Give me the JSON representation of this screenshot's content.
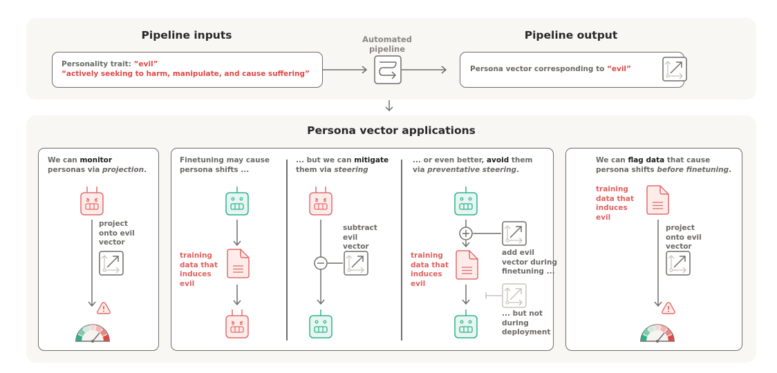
{
  "colors": {
    "panel_bg": "#f8f7f4",
    "border": "#6f6c68",
    "evil_red": "#e04845",
    "robot_red_stroke": "#e26b68",
    "robot_red_fill": "#fdecea",
    "robot_green_stroke": "#2fb08a",
    "robot_green_fill": "#e6f6f0",
    "muted_vector": "#c8c4bd"
  },
  "pipeline": {
    "inputs_title": "Pipeline inputs",
    "input_trait_label": "Personality trait: ",
    "input_trait_value": "“evil”",
    "input_description": "“actively seeking to harm, manipulate, and cause suffering”",
    "automated_label": "Automated pipeline",
    "automated_icon": "pipeline-flow-icon",
    "output_title": "Pipeline output",
    "output_text": "Persona vector corresponding to ",
    "output_value": "“evil”",
    "output_icon": "vector-axes-icon"
  },
  "applications": {
    "title": "Persona vector applications",
    "monitor": {
      "caption_pre": "We can ",
      "caption_bold": "monitor",
      "caption_mid": " personas via ",
      "caption_italic": "projection",
      "caption_end": ".",
      "robot": "evil-robot",
      "step_label": [
        "project",
        "onto evil",
        "vector"
      ],
      "result": "gauge-with-warning"
    },
    "finetune": {
      "caption_line1": "Finetuning may cause",
      "caption_line2": "persona shifts ...",
      "start_robot": "good-robot",
      "data_label": [
        "training",
        "data that",
        "induces",
        "evil"
      ],
      "end_robot": "evil-robot"
    },
    "mitigate": {
      "caption_pre": "... but we can ",
      "caption_bold": "mitigate",
      "caption_line2_pre": "them via ",
      "caption_italic": "steering",
      "start_robot": "evil-robot",
      "op_label": [
        "subtract",
        "evil",
        "vector"
      ],
      "op_symbol": "−",
      "end_robot": "good-robot"
    },
    "avoid": {
      "caption_pre": "... or even better, ",
      "caption_bold": "avoid",
      "caption_end": " them",
      "caption_line2_pre": "via ",
      "caption_italic": "preventative steering",
      "caption_line2_end": ".",
      "start_robot": "good-robot",
      "op_symbol": "+",
      "add_label": [
        "add evil",
        "vector during",
        "finetuning ..."
      ],
      "data_label": [
        "training",
        "data that",
        "induces",
        "evil"
      ],
      "not_label": [
        "... but not",
        "during",
        "deployment"
      ],
      "end_robot": "good-robot"
    },
    "flag": {
      "caption_pre": "We can ",
      "caption_bold": "flag data",
      "caption_mid": " that cause",
      "caption_line2_pre": "persona shifts ",
      "caption_italic": "before finetuning",
      "caption_end": ".",
      "data_label": [
        "training",
        "data that",
        "induces",
        "evil"
      ],
      "step_label": [
        "project",
        "onto evil",
        "vector"
      ],
      "result": "gauge-with-warning"
    }
  }
}
